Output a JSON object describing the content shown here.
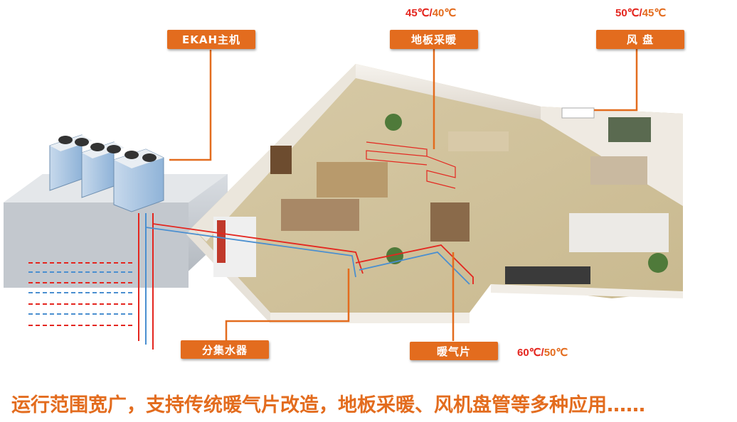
{
  "labels": {
    "host": "EKAH主机",
    "floor_heating": "地板采暖",
    "fan_coil": "风  盘",
    "manifold": "分集水器",
    "radiator": "暖气片"
  },
  "temps": {
    "floor_heating": {
      "supply": "45℃",
      "separator": "/",
      "return": "40℃"
    },
    "fan_coil": {
      "supply": "50℃",
      "separator": "/",
      "return": "45℃"
    },
    "radiator": {
      "supply": "60℃",
      "separator": "/",
      "return": "50℃"
    }
  },
  "caption": "运行范围宽广，支持传统暖气片改造，地板采暖、风机盘管等多种应用……",
  "colors": {
    "accent": "#e36c1e",
    "supply_pipe": "#e4261f",
    "return_pipe": "#4a8fd0"
  }
}
